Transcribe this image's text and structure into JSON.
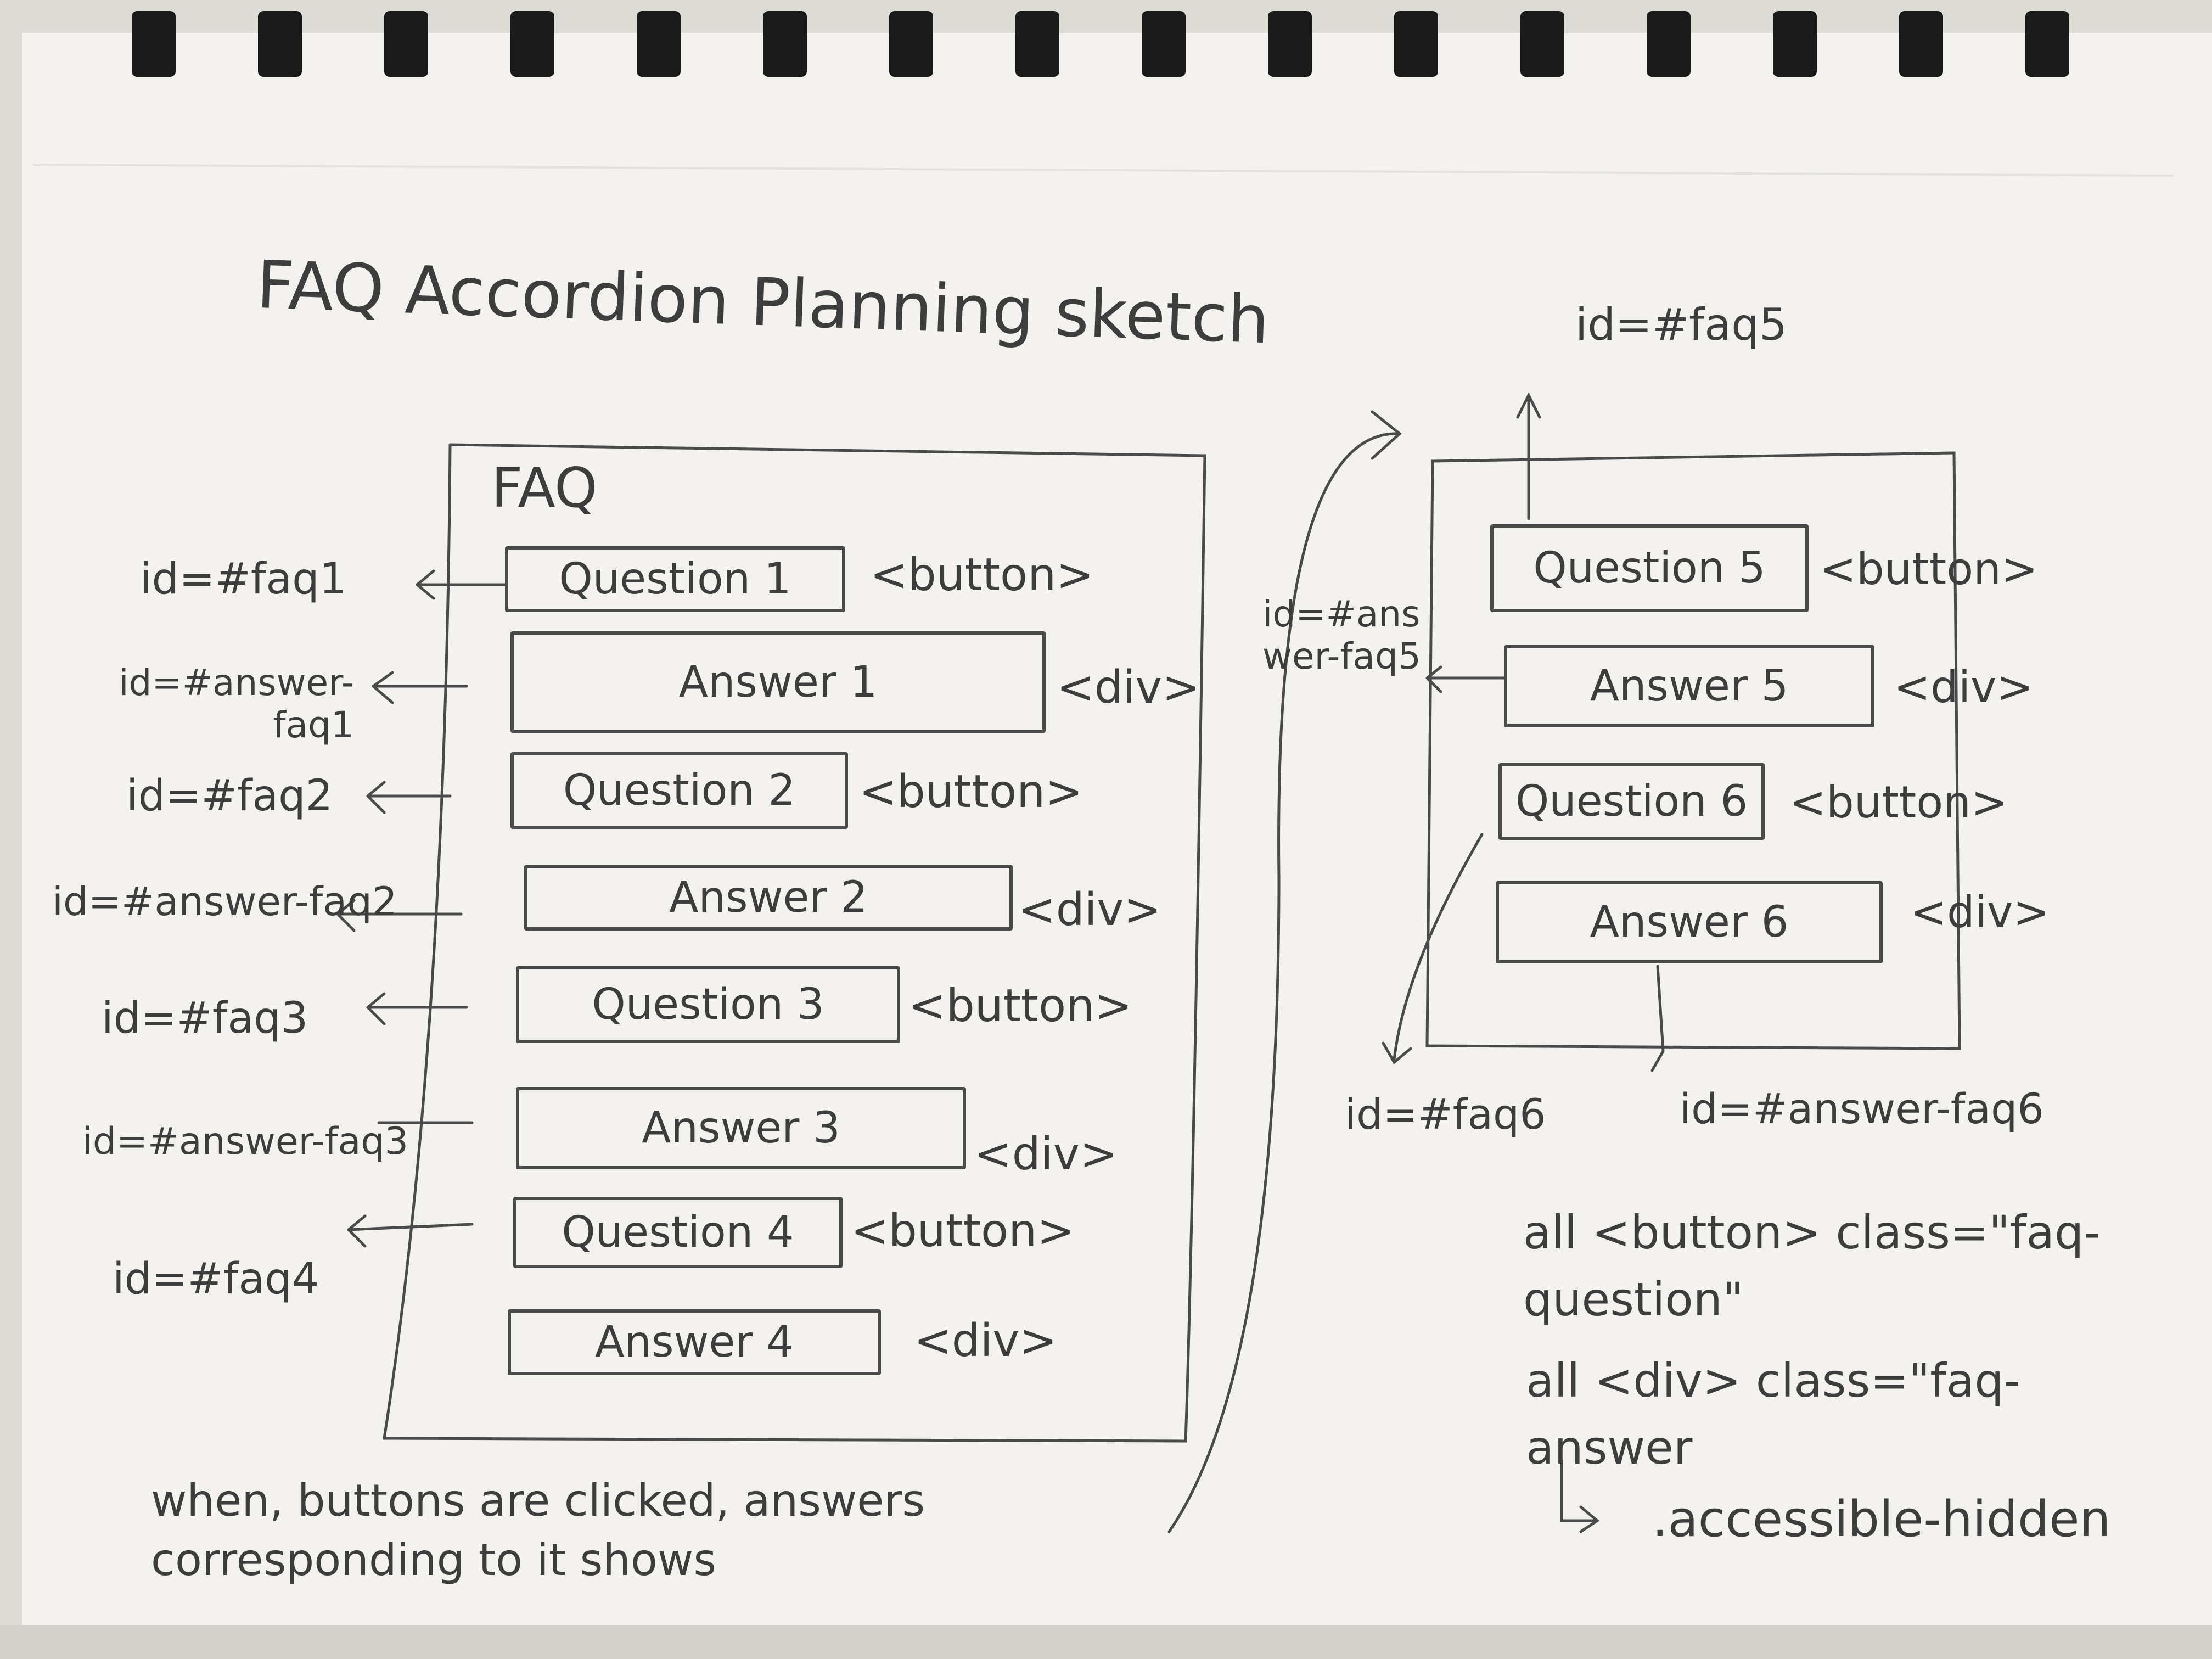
{
  "sketch": {
    "title": "FAQ Accordion Planning sketch",
    "panel_heading": "FAQ",
    "left_column": [
      {
        "id_label": "id=#faq1",
        "box": "Question 1",
        "tag": "<button>"
      },
      {
        "id_label": "id=#answer-faq1",
        "box": "Answer 1",
        "tag": "<div>"
      },
      {
        "id_label": "id=#faq2",
        "box": "Question 2",
        "tag": "<button>"
      },
      {
        "id_label": "id=#answer-faq2",
        "box": "Answer 2",
        "tag": "<div>"
      },
      {
        "id_label": "id=#faq3",
        "box": "Question 3",
        "tag": "<button>"
      },
      {
        "id_label": "id=#answer-faq3",
        "box": "Answer 3",
        "tag": "<div>"
      },
      {
        "id_label": "id=#faq4",
        "box": "Question 4",
        "tag": "<button>"
      },
      {
        "id_label": "",
        "box": "Answer 4",
        "tag": "<div>"
      }
    ],
    "right_column": [
      {
        "box": "Question 5",
        "tag": "<button>"
      },
      {
        "box": "Answer 5",
        "tag": "<div>"
      },
      {
        "box": "Question 6",
        "tag": "<button>"
      },
      {
        "box": "Answer 6",
        "tag": "<div>"
      }
    ],
    "right_labels": {
      "faq5": "id=#faq5",
      "answer_faq5": "id=#answer-faq5",
      "faq6": "id=#faq6",
      "answer_faq6": "id=#answer-faq6"
    },
    "notes": {
      "button_class": "all <button> class=\"faq-question\"",
      "div_class": "all <div> class=\"faq-answer",
      "hidden_class": ".accessible-hidden",
      "behavior": "when, buttons are clicked, answers corresponding to it shows"
    }
  },
  "colors": {
    "paper": "#f3f2ee",
    "ink": "#3d3d3d",
    "binding": "#1a1a1a"
  }
}
